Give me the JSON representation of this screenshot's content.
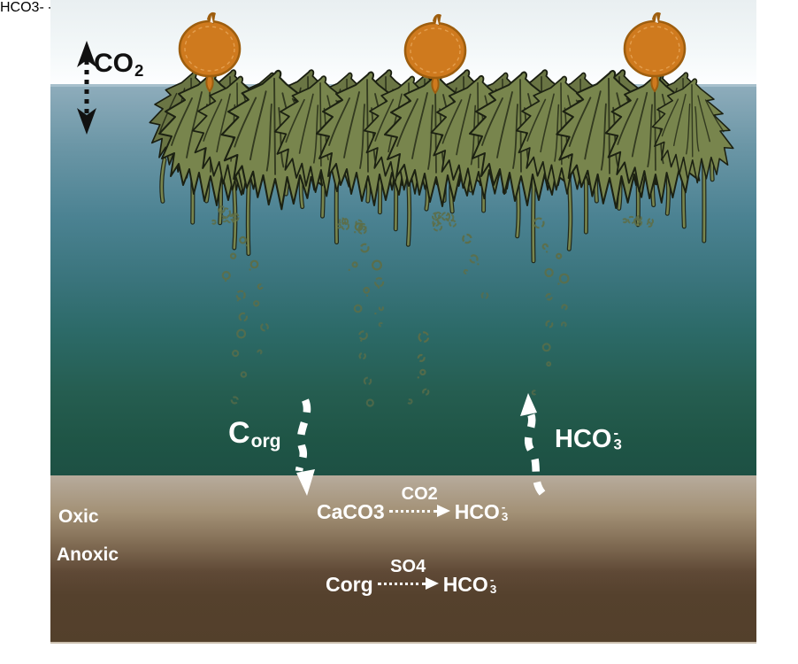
{
  "scene": {
    "air": {
      "co2_flux": {
        "base": "CO",
        "sub": "2"
      }
    },
    "water": {
      "c_org_export": {
        "base": "C",
        "sub": "org"
      },
      "hco3_release": {
        "base": "HCO",
        "sup": "-",
        "sub": "3"
      }
    },
    "sediment": {
      "oxic_label": "Oxic",
      "anoxic_label": "Anoxic",
      "reactions": [
        {
          "reactant_base": "CaCO",
          "reactant_sub": "3",
          "catalyst_base": "CO",
          "catalyst_sub": "2",
          "product_base": "HCO",
          "product_sup": "-",
          "product_sub": "3"
        },
        {
          "reactant_base": "C",
          "reactant_sub": "org",
          "catalyst_base": "SO",
          "catalyst_sub": "4",
          "product_base": "HCO",
          "product_sup": "-",
          "product_sub": "3"
        }
      ]
    },
    "icons": {
      "co2_exchange": "double-headed-dotted-arrow",
      "corg_sink": "white-dashed-curved-down-arrow",
      "hco3_up": "white-dashed-curved-up-arrow",
      "reaction_arrow": "white-dotted-right-arrow",
      "buoy": "sargassum-pneumatocyst-float",
      "canopy": "floating-sargassum-mat",
      "bubbles": "sinking-organic-particles"
    }
  },
  "colors": {
    "sky_top": "#e9eff1",
    "sky_bottom": "#fdfeff",
    "water_top": "#8fadbc",
    "water_mid": "#3a747c",
    "water_deep": "#1d5044",
    "sediment_top": "#b7ab9c",
    "sediment_mid": "#7f6a52",
    "sediment_deep": "#53402b",
    "sediment_edge": "#cbbfae",
    "buoy": "#cf7a1e",
    "buoy_outline": "#9e5e0e",
    "buoy_highlight": "#eeb269",
    "weed": "#78854d",
    "weed_ink": "#1c2112",
    "bubble": "#5d6e48",
    "text_light": "#ffffff",
    "text_dark": "#111111"
  }
}
